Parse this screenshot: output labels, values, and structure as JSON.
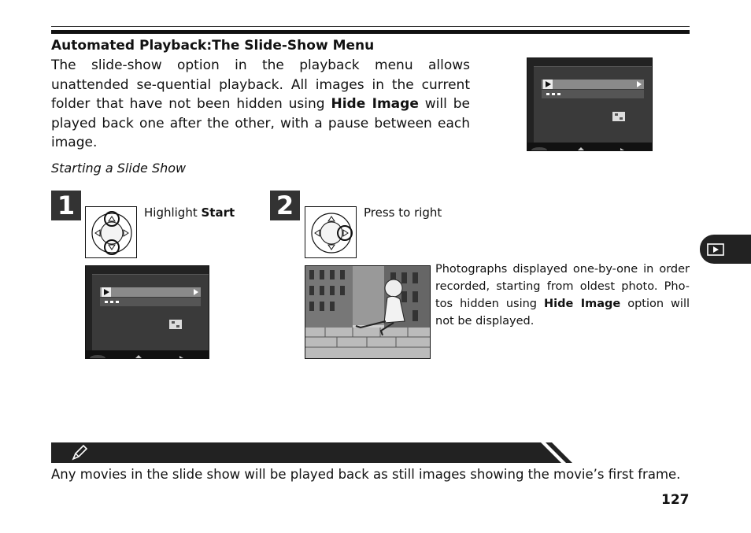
{
  "header": {
    "title": "Automated Playback:The Slide-Show Menu"
  },
  "intro": {
    "before": "The slide-show option in the playback menu allows unattended se-quential playback.  All images in the current folder that have not been hidden using ",
    "bold": "Hide Image",
    "after": " will be played back one after the other, with a pause between each image."
  },
  "subheading": "Starting a Slide Show",
  "steps": [
    {
      "number": "1",
      "label_prefix": "Highlight ",
      "label_bold": "Start"
    },
    {
      "number": "2",
      "label_prefix": "Press to right",
      "label_bold": ""
    }
  ],
  "description": {
    "before": "Photographs displayed one-by-one in order recorded, starting from oldest photo.  Pho-tos hidden using ",
    "bold": "Hide Image",
    "after": " option will not be displayed."
  },
  "note": {
    "text": "Any movies in the slide show will be played back as still images showing the movie’s first frame."
  },
  "page_number": "127",
  "icons": {
    "note": "pencil-icon",
    "section_tab": "playback-icon",
    "step1_control": "multi-selector-up-down-icon",
    "step2_control": "multi-selector-right-icon"
  },
  "colors": {
    "dark": "#222222",
    "screen": "#3a3a3a",
    "highlight": "#8a8a8a"
  }
}
